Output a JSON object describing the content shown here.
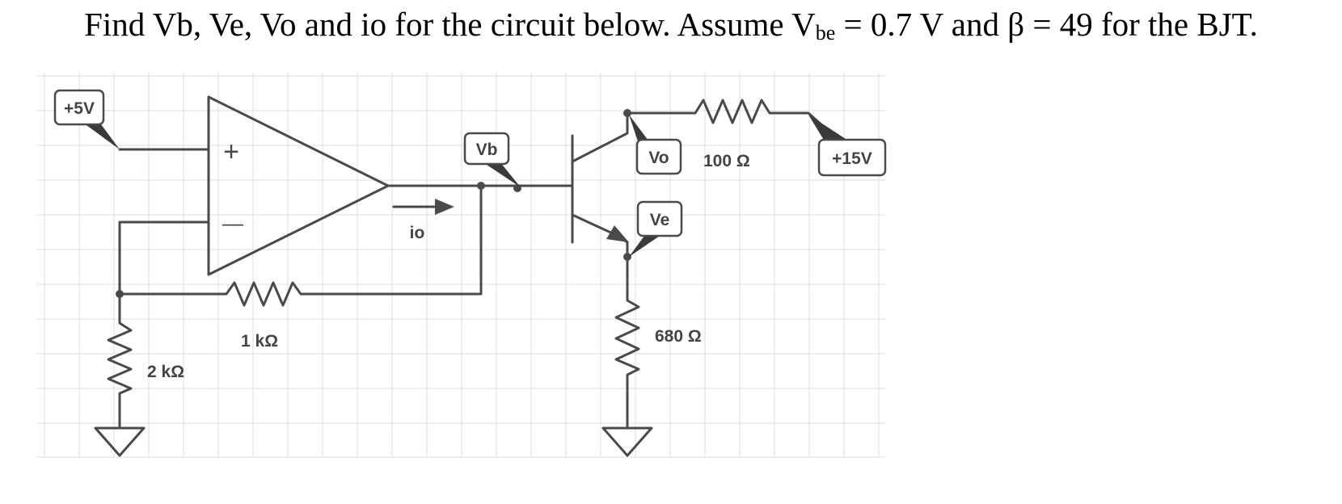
{
  "question": {
    "prefix": "Find Vb, Ve, Vo and io for the circuit below. Assume V",
    "subscript": "be",
    "suffix": " = 0.7 V and β = 49 for the BJT."
  },
  "circuit": {
    "supply_left": "+5V",
    "supply_right": "+15V",
    "node_vb": "Vb",
    "node_vo": "Vo",
    "node_ve": "Ve",
    "current_label": "io",
    "opamp_plus": "+",
    "opamp_minus": "—",
    "r_ground": "2 kΩ",
    "r_feedback": "1 kΩ",
    "r_collector": "100 Ω",
    "r_emitter": "680 Ω"
  }
}
